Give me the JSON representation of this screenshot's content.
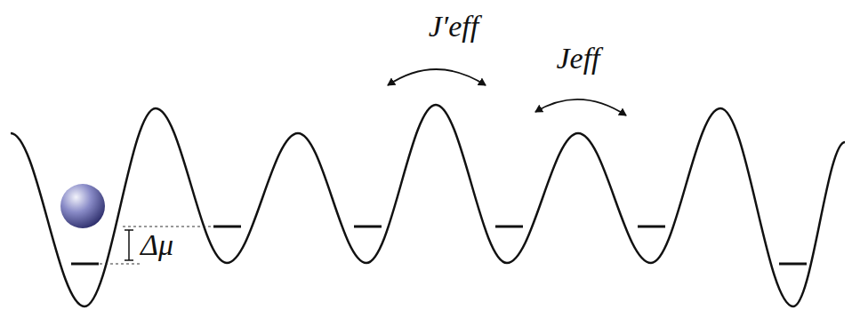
{
  "diagram": {
    "labels": [
      "J′eff",
      "Jeff",
      "Δμ"
    ]
  }
}
